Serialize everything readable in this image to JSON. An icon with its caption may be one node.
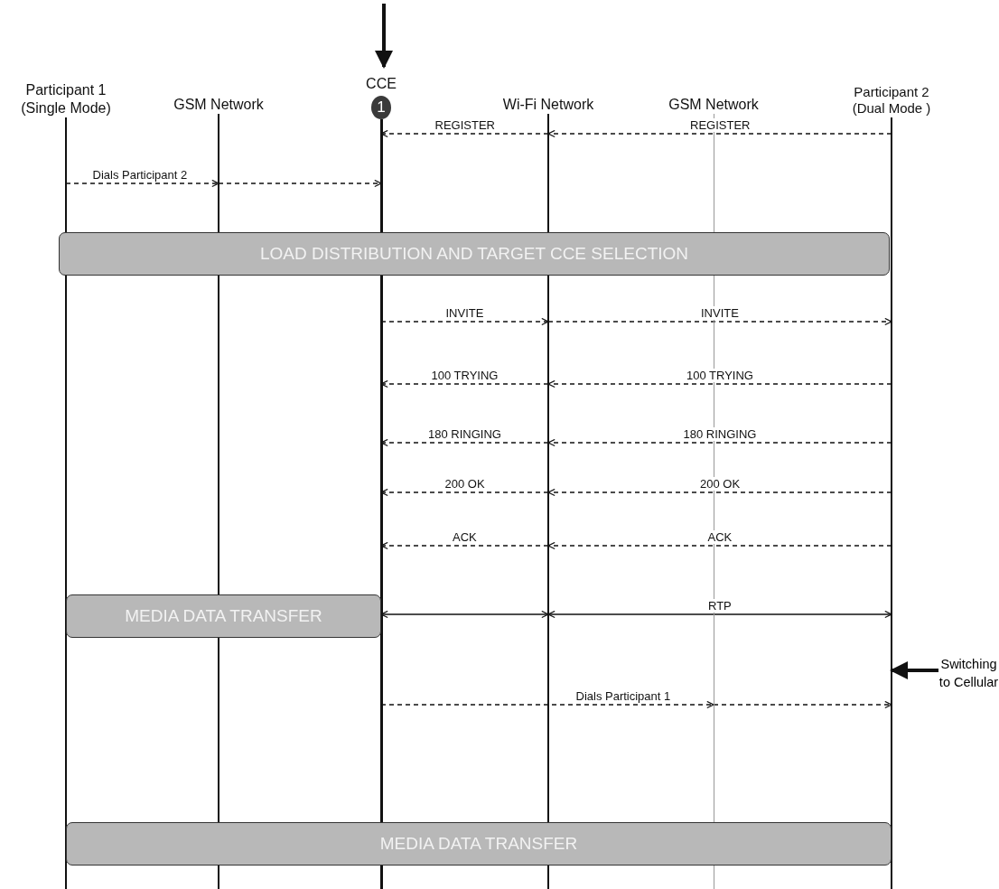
{
  "diagram": {
    "nodes": [
      {
        "text": [
          "Participant 1 (Single Mode)"
        ]
      },
      {
        "text": [
          "GSM Network"
        ]
      },
      {
        "text": [
          "CCE",
          "1"
        ]
      },
      {
        "text": [
          "Wi-Fi Network"
        ]
      },
      {
        "text": [
          "GSM Network"
        ]
      },
      {
        "text": [
          "Participant 2 (Dual Mode )"
        ]
      },
      {
        "text": [
          "LOAD DISTRIBUTION AND TARGET CCE SELECTION"
        ]
      },
      {
        "text": [
          "MEDIA DATA TRANSFER"
        ]
      },
      {
        "text": [
          "MEDIA DATA TRANSFER"
        ]
      },
      {
        "text": [
          "Switching to Cellular"
        ]
      }
    ],
    "edges": [
      {
        "from": null,
        "to": 2,
        "arrow": "to",
        "style": "thick"
      },
      {
        "from": 3,
        "to": 2,
        "arrow": "to",
        "label": "REGISTER",
        "style": "dashed"
      },
      {
        "from": 5,
        "to": 3,
        "arrow": "to",
        "label": "REGISTER",
        "style": "dashed"
      },
      {
        "from": 0,
        "to": 1,
        "arrow": "to",
        "label": "Dials Participant 2",
        "style": "dashed"
      },
      {
        "from": 1,
        "to": 2,
        "arrow": "to",
        "style": "dashed"
      },
      {
        "from": 2,
        "to": 3,
        "arrow": "to",
        "label": "INVITE",
        "style": "dashed"
      },
      {
        "from": 3,
        "to": 5,
        "arrow": "to",
        "label": "INVITE",
        "style": "dashed"
      },
      {
        "from": 3,
        "to": 2,
        "arrow": "to",
        "label": "100 TRYING",
        "style": "dashed"
      },
      {
        "from": 5,
        "to": 3,
        "arrow": "to",
        "label": "100 TRYING",
        "style": "dashed"
      },
      {
        "from": 3,
        "to": 2,
        "arrow": "to",
        "label": "180 RINGING",
        "style": "dashed"
      },
      {
        "from": 5,
        "to": 3,
        "arrow": "to",
        "label": "180 RINGING",
        "style": "dashed"
      },
      {
        "from": 3,
        "to": 2,
        "arrow": "to",
        "label": "200 OK",
        "style": "dashed"
      },
      {
        "from": 5,
        "to": 3,
        "arrow": "to",
        "label": "200 OK",
        "style": "dashed"
      },
      {
        "from": 3,
        "to": 2,
        "arrow": "to",
        "label": "ACK",
        "style": "dashed"
      },
      {
        "from": 5,
        "to": 3,
        "arrow": "to",
        "label": "ACK",
        "style": "dashed"
      },
      {
        "from": 2,
        "to": 3,
        "arrow": "both"
      },
      {
        "from": 3,
        "to": 5,
        "arrow": "both",
        "label": "RTP"
      },
      {
        "from": 2,
        "to": 4,
        "arrow": "to",
        "label": "Dials Participant 1",
        "style": "dashed"
      },
      {
        "from": 4,
        "to": 5,
        "arrow": "to",
        "style": "dashed"
      },
      {
        "from": 9,
        "to": 5,
        "arrow": "to",
        "style": "thick"
      }
    ]
  }
}
